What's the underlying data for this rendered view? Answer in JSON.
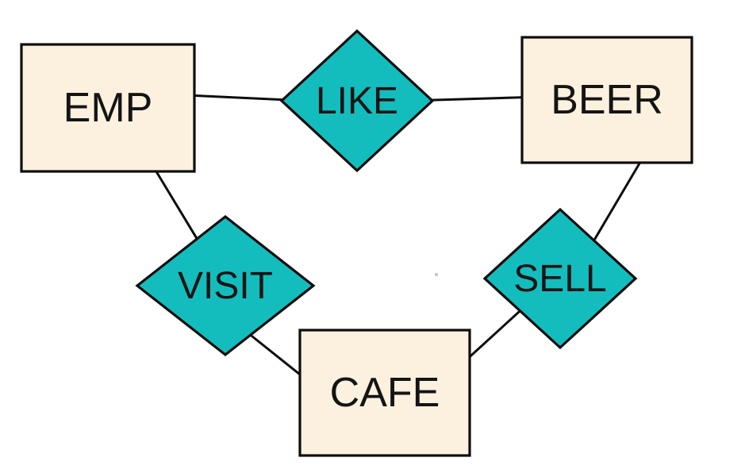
{
  "diagram": {
    "type": "er-diagram",
    "entities": [
      {
        "id": "emp",
        "label": "EMP"
      },
      {
        "id": "beer",
        "label": "BEER"
      },
      {
        "id": "cafe",
        "label": "CAFE"
      }
    ],
    "relationships": [
      {
        "id": "like",
        "label": "LIKE"
      },
      {
        "id": "visit",
        "label": "VISIT"
      },
      {
        "id": "sell",
        "label": "SELL"
      }
    ],
    "edges": [
      {
        "from": "EMP",
        "to": "LIKE"
      },
      {
        "from": "LIKE",
        "to": "BEER"
      },
      {
        "from": "EMP",
        "to": "VISIT"
      },
      {
        "from": "VISIT",
        "to": "CAFE"
      },
      {
        "from": "BEER",
        "to": "SELL"
      },
      {
        "from": "SELL",
        "to": "CAFE"
      }
    ],
    "colors": {
      "entity_fill": "#FBF1DE",
      "relationship_fill": "#14BDBD",
      "outline": "#0D0D0D",
      "text": "#141414",
      "background": "#FFFFFF"
    }
  }
}
